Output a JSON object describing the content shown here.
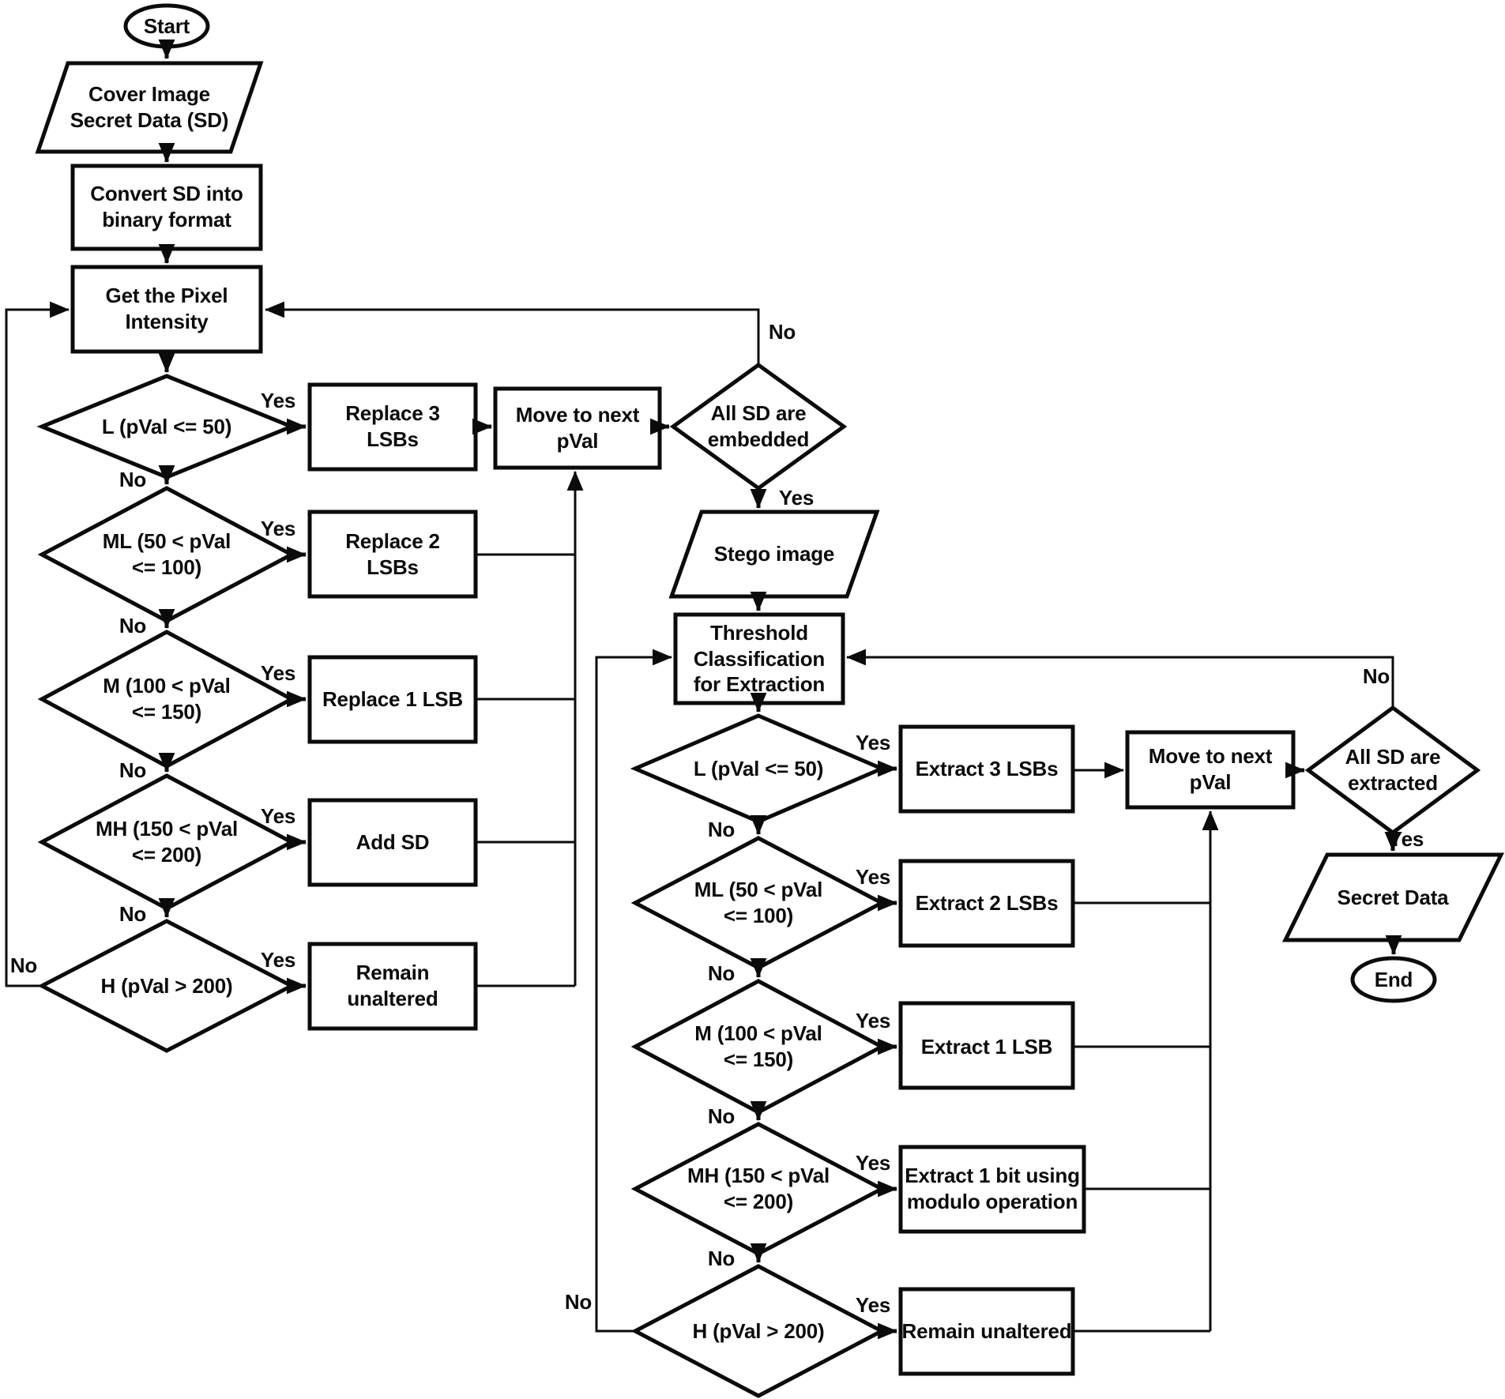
{
  "diagram": {
    "kind": "flowchart",
    "labels": {
      "yes": "Yes",
      "no": "No"
    },
    "embedding": {
      "start": "Start",
      "input": "Cover Image\nSecret Data (SD)",
      "convert": "Convert SD into\nbinary format",
      "get_pixel": "Get the Pixel\nIntensity",
      "decisions": [
        "L (pVal <= 50)",
        "ML (50 < pVal\n<= 100)",
        "M (100 < pVal\n<= 150)",
        "MH (150 < pVal\n<= 200)",
        "H (pVal > 200)"
      ],
      "actions": [
        "Replace 3\nLSBs",
        "Replace 2\nLSBs",
        "Replace 1 LSB",
        "Add SD",
        "Remain\nunaltered"
      ],
      "move_next": "Move to next\npVal",
      "all_embedded": "All SD are\nembedded",
      "stego": "Stego image"
    },
    "extraction": {
      "threshold": "Threshold\nClassification\nfor Extraction",
      "decisions": [
        "L (pVal <= 50)",
        "ML (50 < pVal\n<= 100)",
        "M (100 < pVal\n<= 150)",
        "MH (150 < pVal\n<= 200)",
        "H (pVal > 200)"
      ],
      "actions": [
        "Extract 3 LSBs",
        "Extract 2 LSBs",
        "Extract 1 LSB",
        "Extract 1 bit using\nmodulo operation",
        "Remain unaltered"
      ],
      "move_next": "Move to next\npVal",
      "all_extracted": "All SD are\nextracted",
      "secret": "Secret Data",
      "end": "End"
    }
  }
}
